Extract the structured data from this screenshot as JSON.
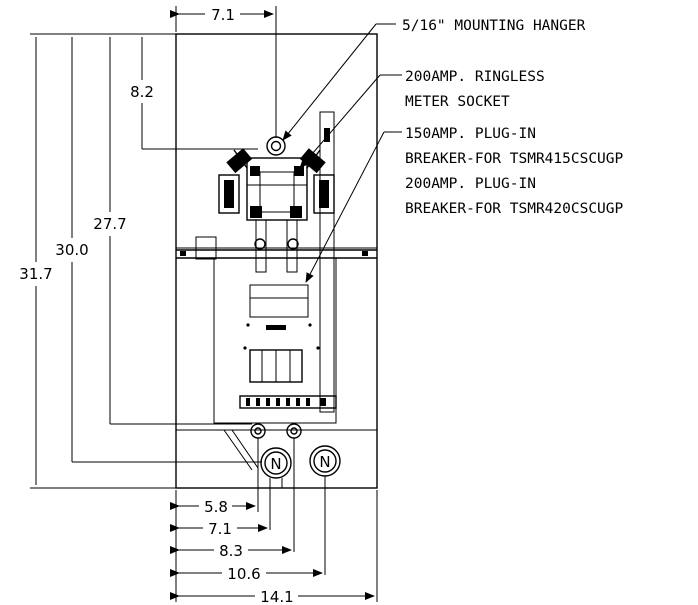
{
  "callouts": {
    "hanger": "5/16\" MOUNTING HANGER",
    "meter_line1": "200AMP. RINGLESS",
    "meter_line2": "METER SOCKET",
    "breaker1_line1": "150AMP. PLUG-IN",
    "breaker1_line2": "BREAKER-FOR TSMR415CSCUGP",
    "breaker2_line1": "200AMP. PLUG-IN",
    "breaker2_line2": "BREAKER-FOR TSMR420CSCUGP"
  },
  "dimensions": {
    "top_width": "7.1",
    "hanger_drop": "8.2",
    "to_lugs": "27.7",
    "to_bottom_lug": "30.0",
    "overall_height": "31.7",
    "bottom_1": "5.8",
    "bottom_2": "7.1",
    "bottom_3": "8.3",
    "bottom_4": "10.6",
    "overall_width": "14.1"
  },
  "neutral_labels": {
    "left": "N",
    "right": "N"
  }
}
